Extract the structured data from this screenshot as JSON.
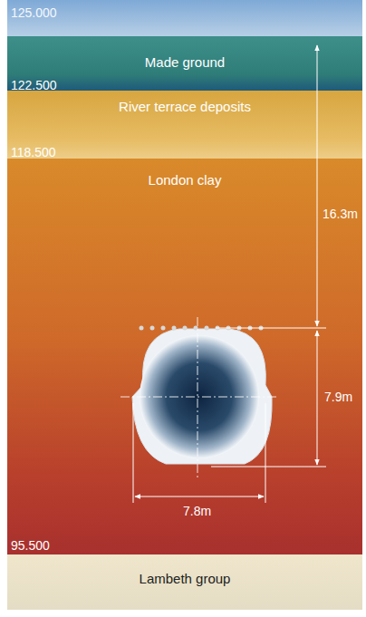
{
  "diagram": {
    "nodes": [
      {
        "text": [
          "Made ground"
        ]
      },
      {
        "text": [
          "River terrace deposits"
        ]
      },
      {
        "text": [
          "London clay"
        ]
      },
      {
        "text": [
          "Lambeth group"
        ]
      }
    ],
    "labels": [
      "125.000",
      "122.500",
      "118.500",
      "95.500",
      "16.3m",
      "7.9m",
      "7.8m"
    ]
  }
}
